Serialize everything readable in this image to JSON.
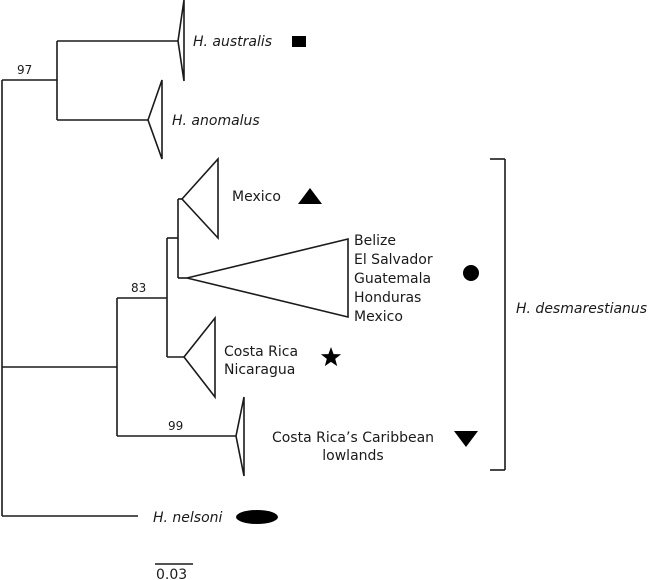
{
  "figure": {
    "type": "phylogenetic-tree",
    "taxa": {
      "australis": {
        "label": "H. australis",
        "marker": "square"
      },
      "anomalus": {
        "label": "H. anomalus",
        "marker": "none"
      },
      "mexico": {
        "label": "Mexico",
        "marker": "triangle-up"
      },
      "central": {
        "lines": [
          "Belize",
          "El Salvador",
          "Guatemala",
          "Honduras",
          "Mexico"
        ],
        "marker": "circle"
      },
      "costa_rica": {
        "lines": [
          "Costa Rica",
          "Nicaragua"
        ],
        "marker": "star"
      },
      "caribbean": {
        "lines": [
          "Costa Rica’s Caribbean",
          "lowlands"
        ],
        "marker": "triangle-down"
      },
      "nelsoni": {
        "label": "H. nelsoni",
        "marker": "ellipse"
      }
    },
    "group_label": "H. desmarestianus",
    "support_values": {
      "australis_anomalus": "97",
      "desmarestianus_inner": "83",
      "caribbean": "99"
    },
    "scale_bar": {
      "label": "0.03",
      "value": 0.03
    }
  }
}
